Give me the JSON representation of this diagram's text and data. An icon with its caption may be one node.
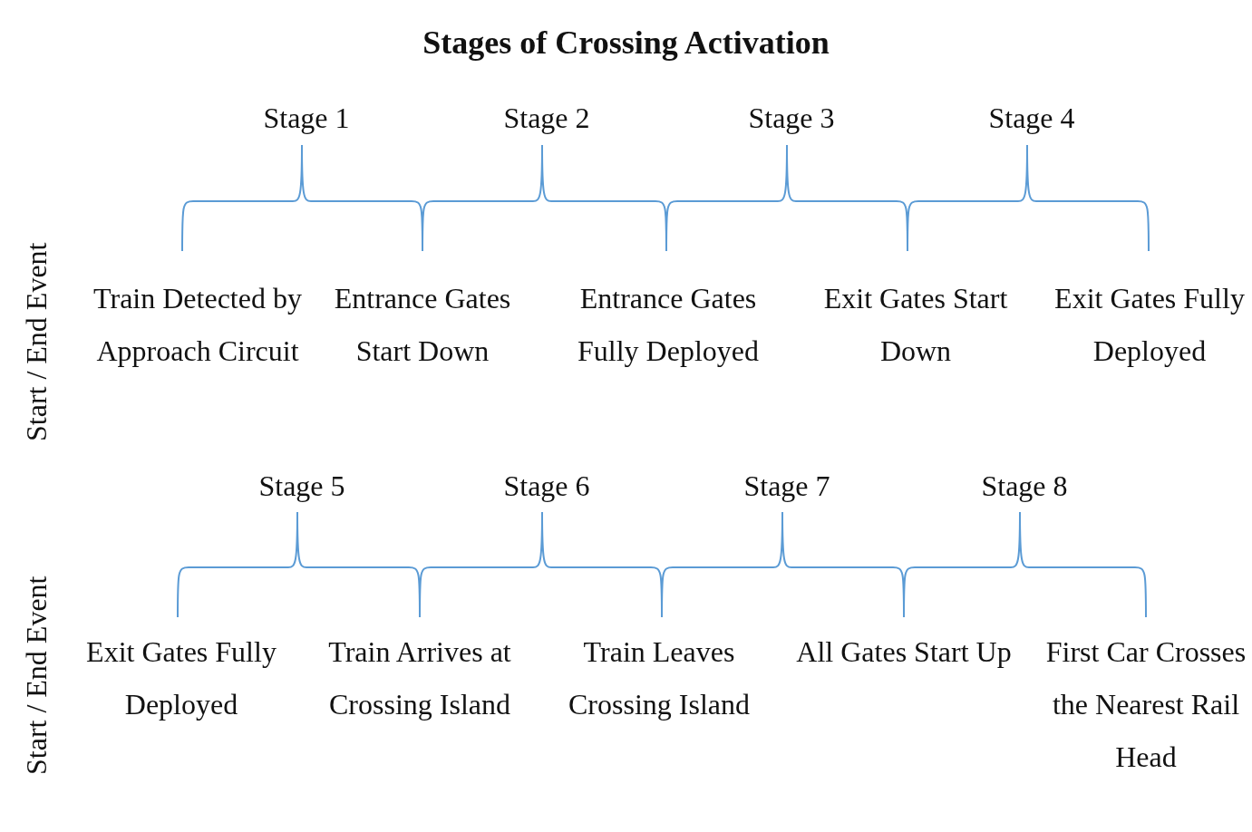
{
  "diagram": {
    "title": "Stages of Crossing Activation",
    "labels": [
      "Start / End Event",
      "Stage 1",
      "Stage 2",
      "Stage 3",
      "Stage 4",
      "Train Detected by Approach Circuit",
      "Entrance Gates Start Down",
      "Entrance Gates Fully Deployed",
      "Exit Gates Start Down",
      "Exit Gates Fully Deployed",
      "Start / End Event",
      "Stage 5",
      "Stage 6",
      "Stage 7",
      "Stage 8",
      "Exit Gates Fully Deployed",
      "Train Arrives at Crossing Island",
      "Train Leaves Crossing Island",
      "All Gates Start Up",
      "First Car Crosses the Nearest Rail Head"
    ]
  }
}
